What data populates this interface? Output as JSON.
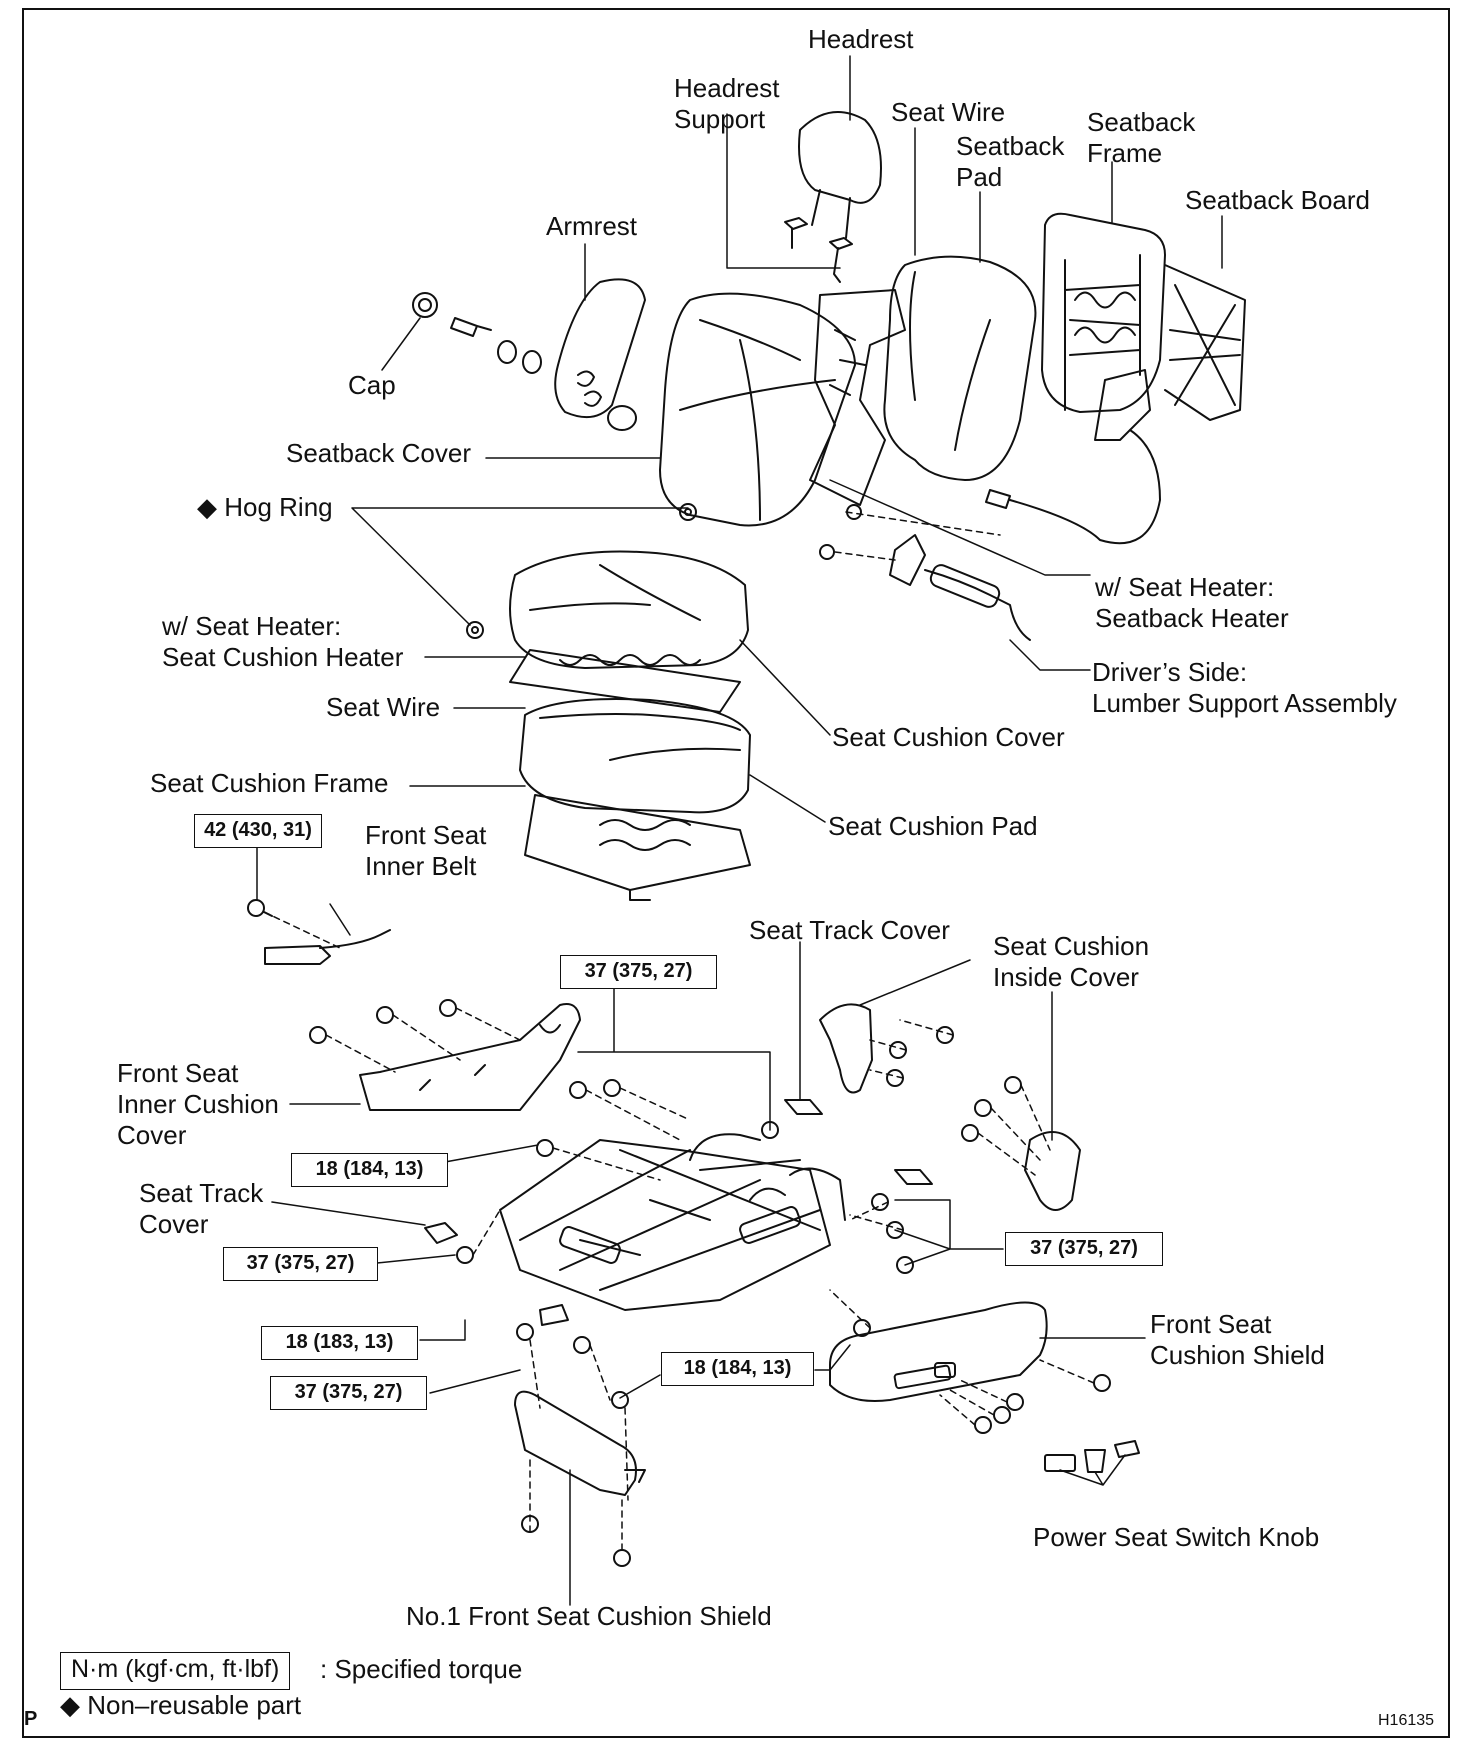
{
  "labels": {
    "headrest": [
      "Headrest"
    ],
    "headrest_support": [
      "Headrest",
      "Support"
    ],
    "seat_wire_top": [
      "Seat Wire"
    ],
    "seatback_pad": [
      "Seatback",
      "Pad"
    ],
    "seatback_frame": [
      "Seatback",
      "Frame"
    ],
    "seatback_board": [
      "Seatback Board"
    ],
    "armrest": [
      "Armrest"
    ],
    "cap": [
      "Cap"
    ],
    "seatback_cover": [
      "Seatback Cover"
    ],
    "hog_ring": [
      "◆ Hog Ring"
    ],
    "seatback_heater": [
      "w/ Seat Heater:",
      "Seatback Heater"
    ],
    "lumber_support": [
      "Driver’s Side:",
      "Lumber Support Assembly"
    ],
    "seat_cushion_heater": [
      "w/ Seat Heater:",
      "Seat Cushion Heater"
    ],
    "seat_wire_mid": [
      "Seat Wire"
    ],
    "seat_cushion_cover": [
      "Seat Cushion Cover"
    ],
    "seat_cushion_frame": [
      "Seat Cushion Frame"
    ],
    "seat_cushion_pad": [
      "Seat Cushion Pad"
    ],
    "front_seat_inner_belt": [
      "Front Seat",
      "Inner Belt"
    ],
    "seat_track_cover_top": [
      "Seat Track Cover"
    ],
    "seat_cushion_inside_cover": [
      "Seat Cushion",
      "Inside Cover"
    ],
    "front_seat_inner_cushion_cover": [
      "Front Seat",
      "Inner Cushion",
      "Cover"
    ],
    "seat_track_cover_left": [
      "Seat Track",
      "Cover"
    ],
    "front_seat_cushion_shield": [
      "Front Seat",
      "Cushion Shield"
    ],
    "power_seat_switch_knob": [
      "Power Seat Switch Knob"
    ],
    "no1_front_seat_cushion_shield": [
      "No.1 Front Seat Cushion Shield"
    ]
  },
  "torques": {
    "t42": "42 (430, 31)",
    "t37_top": "37 (375, 27)",
    "t18_184_left": "18 (184, 13)",
    "t37_right": "37 (375, 27)",
    "t37_left": "37 (375, 27)",
    "t18_183": "18 (183, 13)",
    "t18_184_bottom": "18 (184, 13)",
    "t37_bottom": "37 (375, 27)"
  },
  "legend": {
    "torque_unit": "N·m (kgf·cm, ft·lbf)",
    "torque_desc": ": Specified torque",
    "nonreusable": "◆ Non–reusable part"
  },
  "corner": {
    "left": "P",
    "figure_id": "H16135"
  }
}
